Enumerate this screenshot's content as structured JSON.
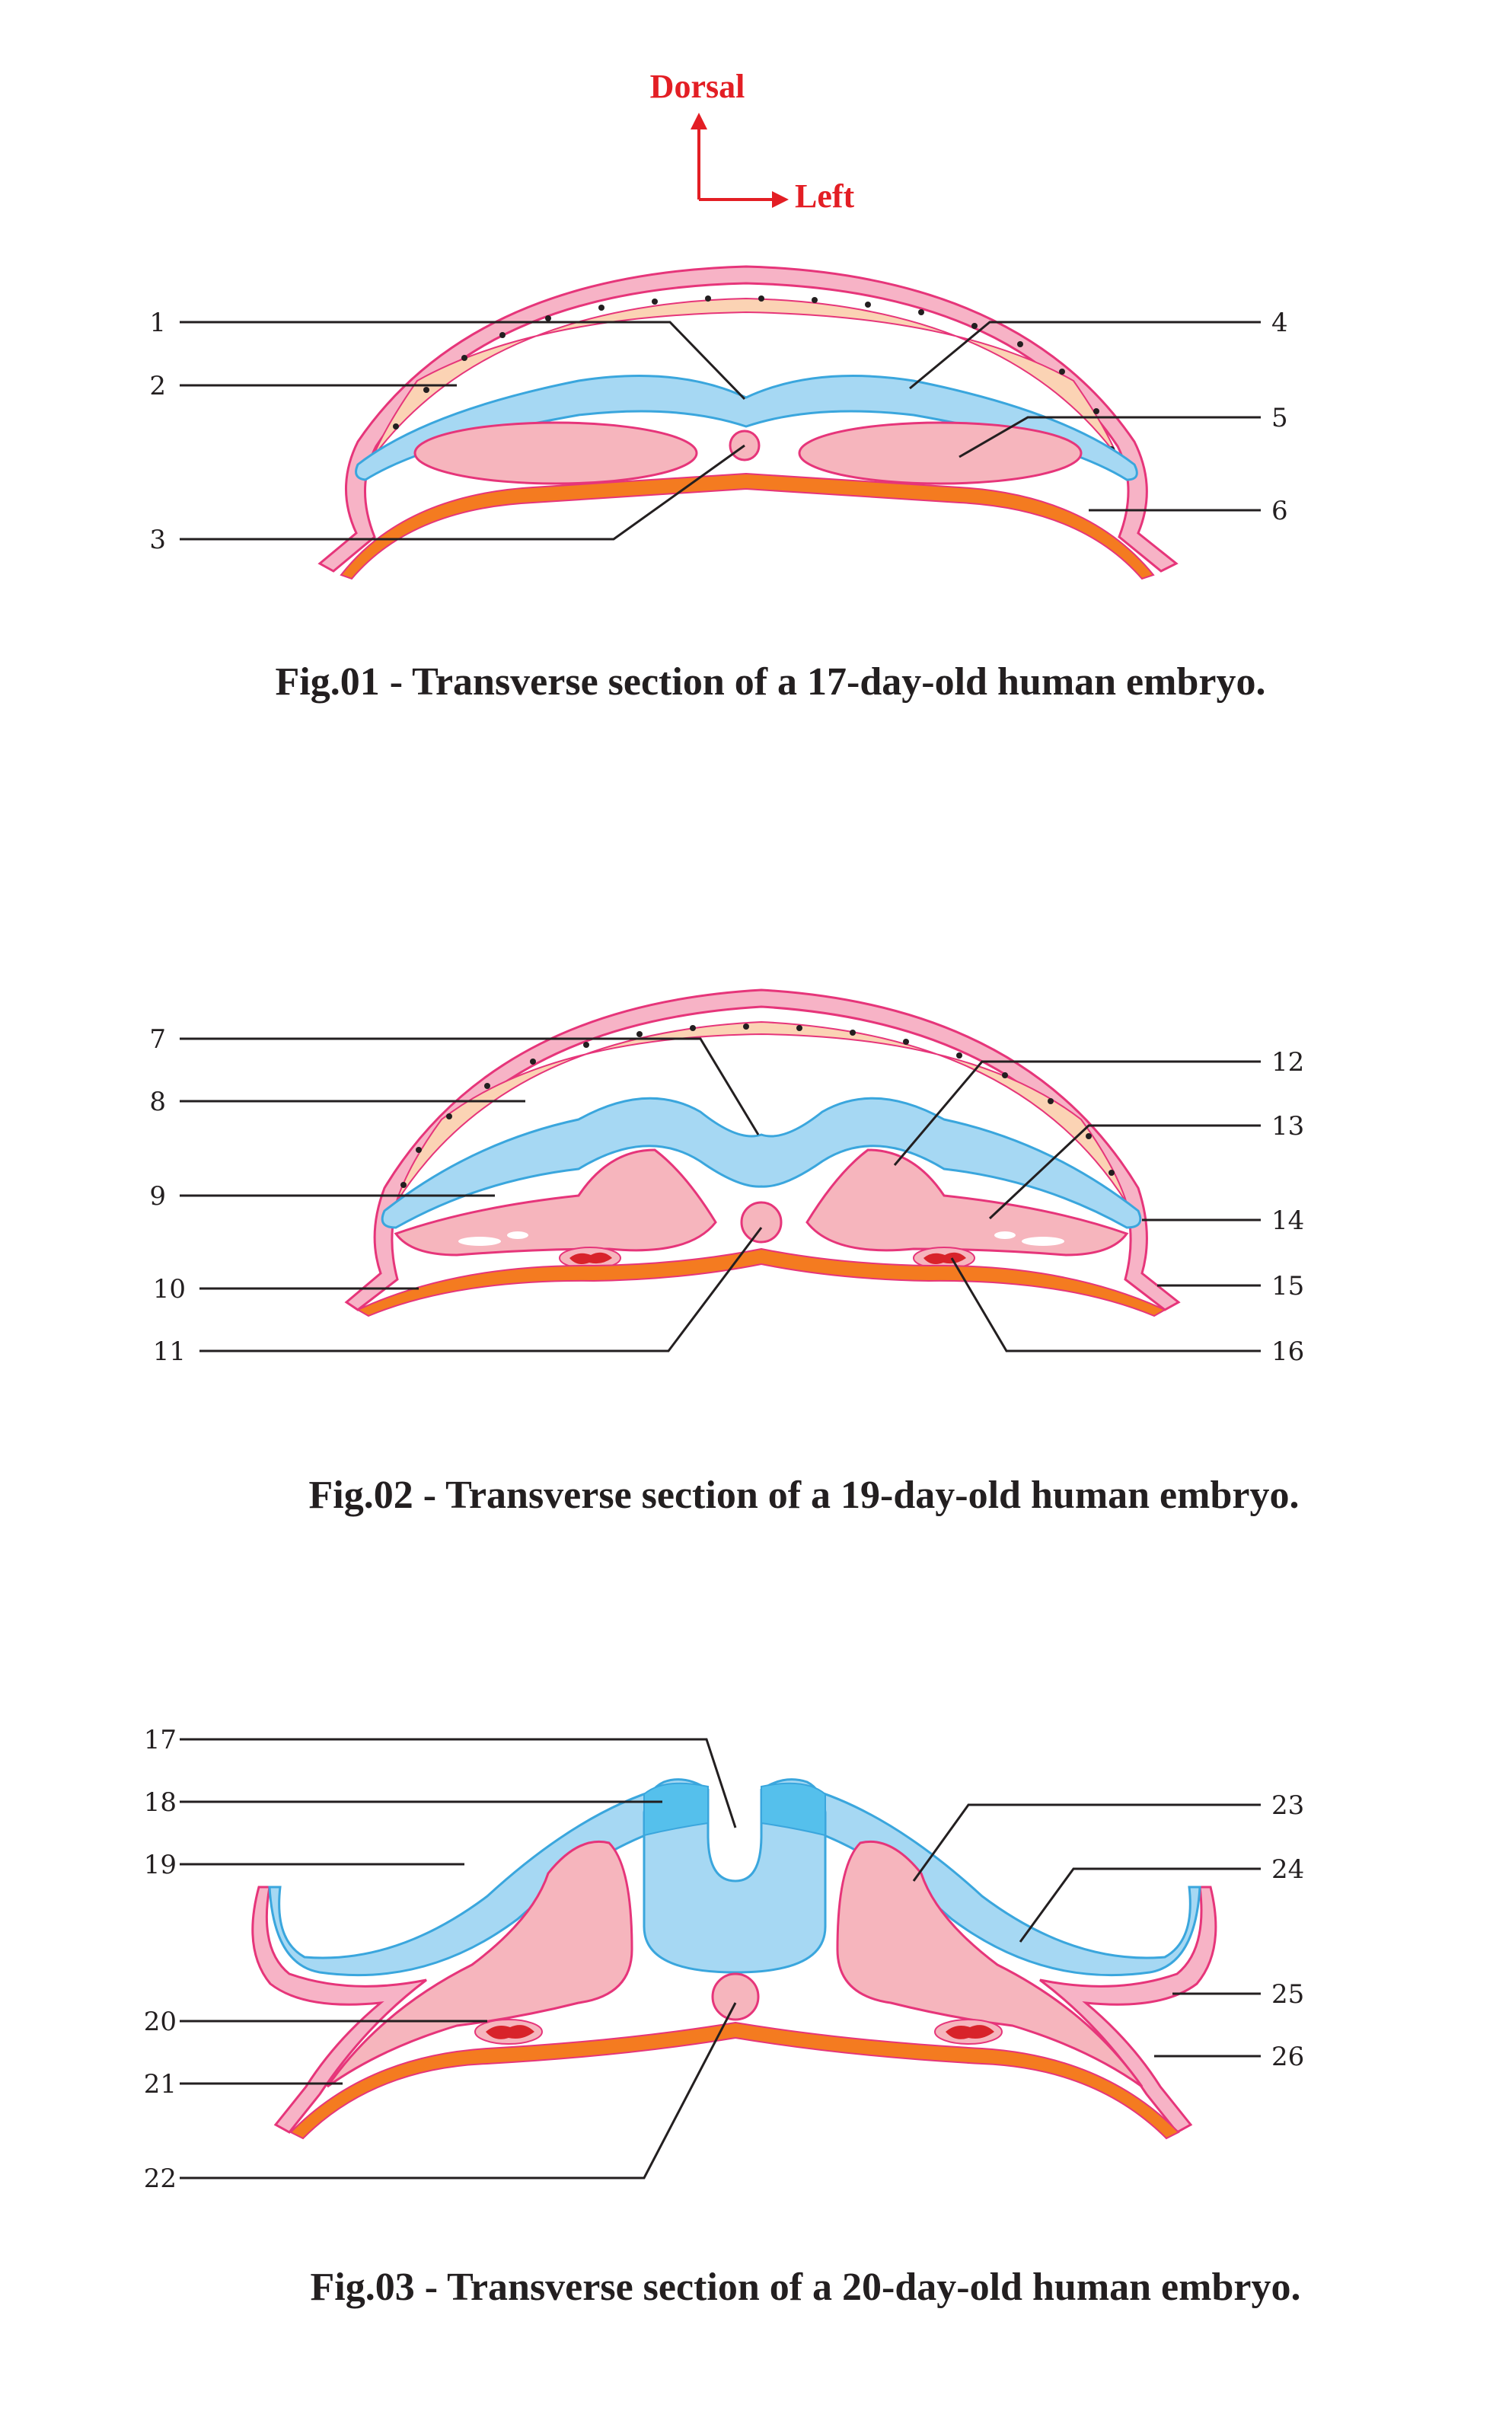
{
  "orientation": {
    "dorsal": "Dorsal",
    "left": "Left",
    "color": "#e31e24"
  },
  "colors": {
    "ectoderm_fill": "#f7b3c6",
    "ectoderm_stroke": "#e6357a",
    "neural_fill": "#a6d8f3",
    "neural_stroke": "#3aa6dd",
    "neural_crest": "#55c0ec",
    "mesoderm_fill": "#f6b5bd",
    "mesoderm_stroke": "#e6357a",
    "endoderm": "#f47b20",
    "amnion_cells": "#fbd3b4",
    "blood": "#d8232a"
  },
  "figures": [
    {
      "caption": "Fig.01 - Transverse section of a 17-day-old human embryo.",
      "labels": [
        "1",
        "2",
        "3",
        "4",
        "5",
        "6"
      ]
    },
    {
      "caption": "Fig.02 - Transverse section of a 19-day-old human embryo.",
      "labels": [
        "7",
        "8",
        "9",
        "10",
        "11",
        "12",
        "13",
        "14",
        "15",
        "16"
      ]
    },
    {
      "caption": "Fig.03 - Transverse section of a 20-day-old human embryo.",
      "labels": [
        "17",
        "18",
        "19",
        "20",
        "21",
        "22",
        "23",
        "24",
        "25",
        "26"
      ]
    }
  ]
}
